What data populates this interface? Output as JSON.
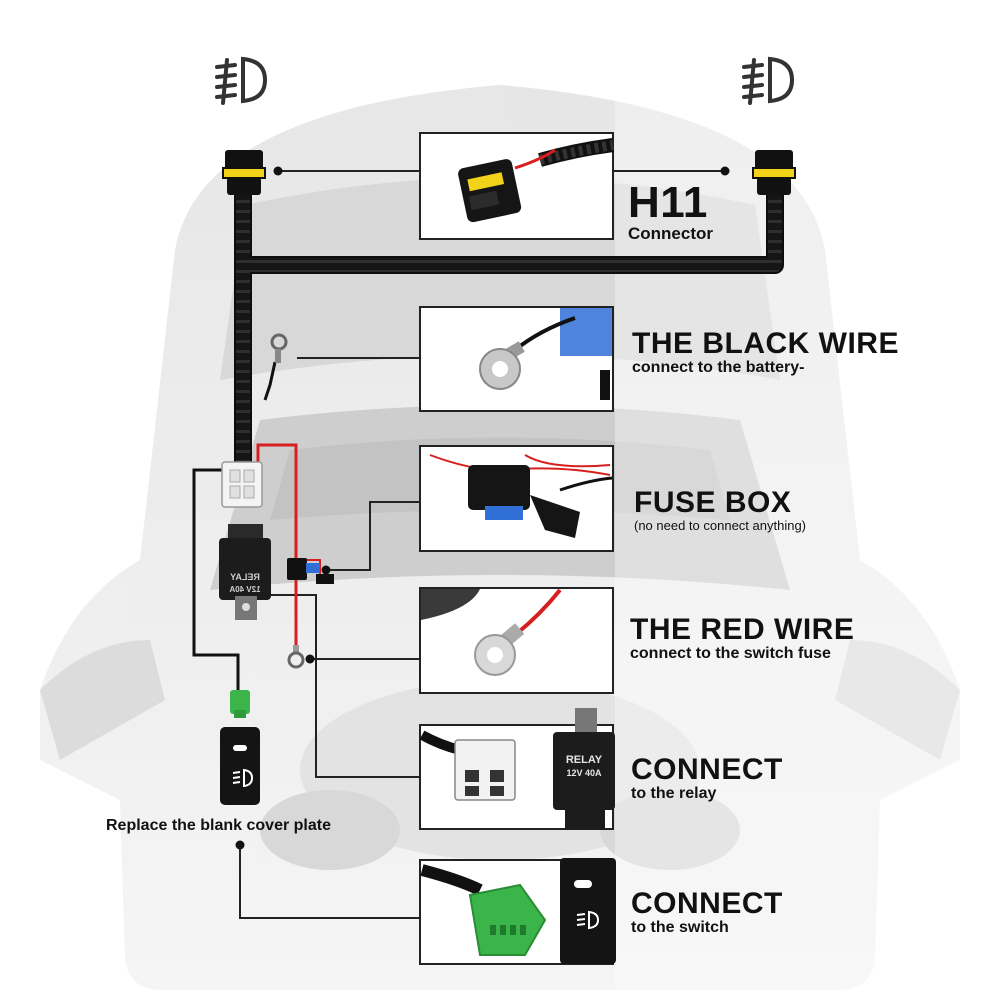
{
  "labels": {
    "h11": {
      "title": "H11",
      "subtitle": "Connector"
    },
    "black_wire": {
      "title": "THE BLACK WIRE",
      "subtitle": "connect to the battery-"
    },
    "fuse_box": {
      "title": "FUSE BOX",
      "note": "(no need to connect anything)"
    },
    "red_wire": {
      "title": "THE RED WIRE",
      "subtitle": "connect to the switch fuse"
    },
    "relay": {
      "title": "CONNECT",
      "subtitle": "to the relay"
    },
    "switch": {
      "title": "CONNECT",
      "subtitle": "to the switch"
    }
  },
  "relay_part": {
    "brand": "RELAY",
    "rating": "12V 40A"
  },
  "relay_mirrored": {
    "brand": "RELAY",
    "rating": "12V 40A"
  },
  "cover_plate_caption": "Replace the blank cover plate",
  "icons": [
    "fog-light-icon",
    "fog-light-icon"
  ],
  "colors": {
    "connector_yellow": "#f2d31a",
    "wire_red": "#d81f1f",
    "switch_green": "#3bb54a",
    "wire_black": "#111111"
  }
}
